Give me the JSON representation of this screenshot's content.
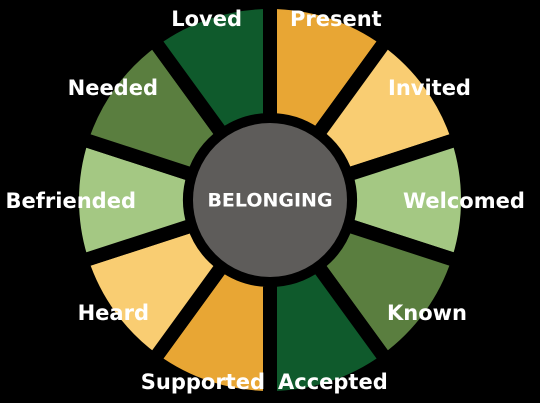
{
  "diagram": {
    "center": {
      "label": "BELONGING",
      "color": "#5e5c5a"
    },
    "segments": [
      {
        "label": "Present",
        "color": "#e8a634"
      },
      {
        "label": "Invited",
        "color": "#f9cd72"
      },
      {
        "label": "Welcomed",
        "color": "#a4c883"
      },
      {
        "label": "Known",
        "color": "#5a7e3f"
      },
      {
        "label": "Accepted",
        "color": "#0f5a2c"
      },
      {
        "label": "Supported",
        "color": "#e8a634"
      },
      {
        "label": "Heard",
        "color": "#f9cd72"
      },
      {
        "label": "Befriended",
        "color": "#a4c883"
      },
      {
        "label": "Needed",
        "color": "#5a7e3f"
      },
      {
        "label": "Loved",
        "color": "#0f5a2c"
      }
    ]
  }
}
